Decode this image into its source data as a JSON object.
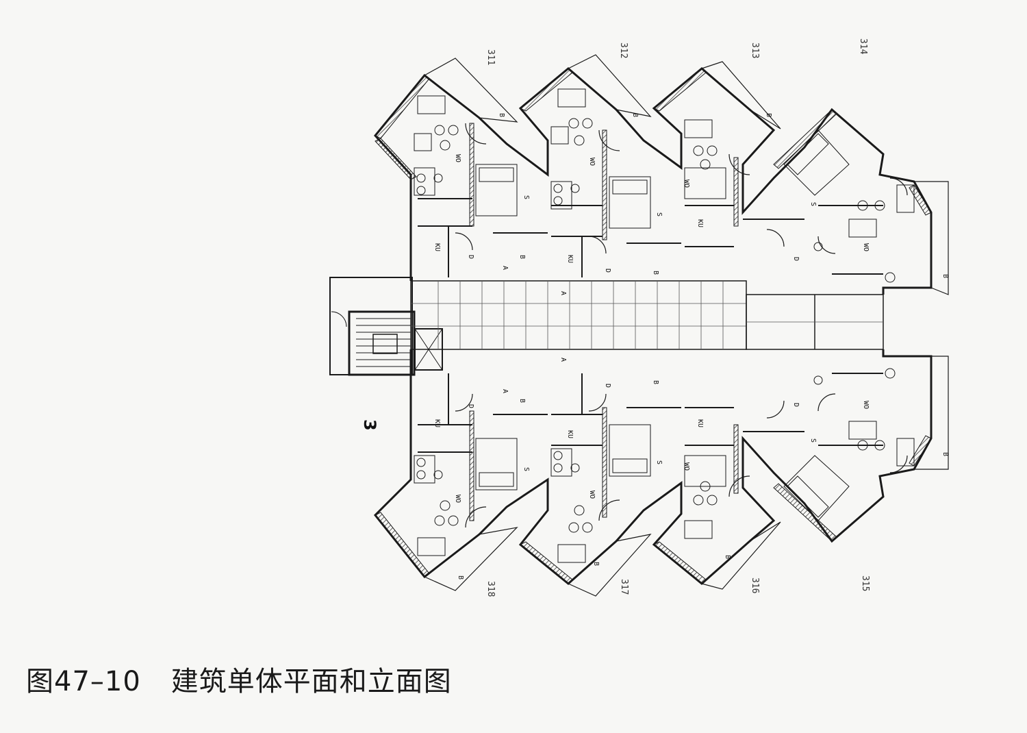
{
  "caption": {
    "figure_number": "图47–10",
    "title": "建筑单体平面和立面图"
  },
  "section_mark": "3",
  "unit_numbers": {
    "top": [
      "311",
      "312",
      "313",
      "314"
    ],
    "bottom": [
      "318",
      "317",
      "316",
      "315"
    ]
  },
  "room_tags": {
    "living": "WO",
    "bedroom": "S",
    "kitchen": "KU",
    "bath": "B",
    "corridor": "D",
    "storage": "A",
    "balcony": "B"
  },
  "colors": {
    "line": "#1a1a1a",
    "paper": "#f7f7f5",
    "hatch": "#333333"
  }
}
